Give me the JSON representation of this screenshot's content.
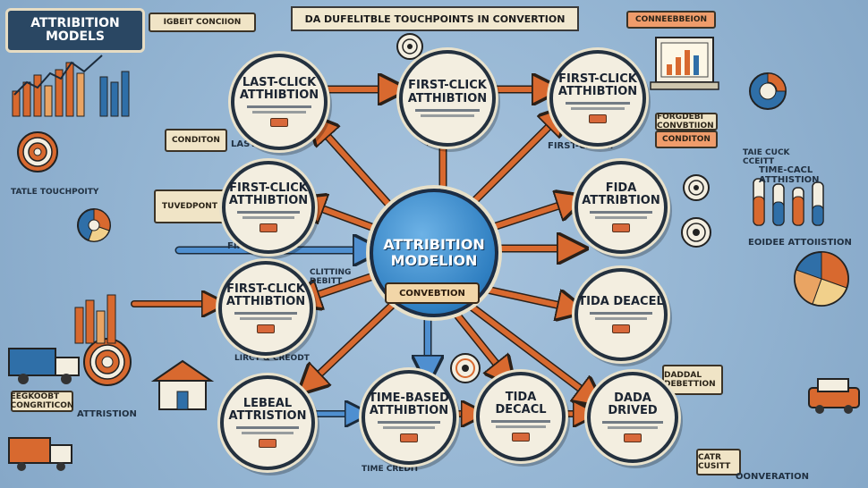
{
  "title": "ATTRIBITION MODELS",
  "banner": "DA DUFELITBLE TOUCHPOINTS IN CONVERTION",
  "center": {
    "line1": "ATTRIBITION",
    "line2": "MODELION",
    "conversion": "CONVEBTION"
  },
  "nodes": {
    "last_click": "LAST-CLICK ATTHIBTION",
    "first_click_top": "FIRST-CLICK ATTHIBTION",
    "first_click_tr": "FIRST-CLICK ATTHIBTION",
    "first_click_left": "FIRST-CLICK ATTHIBTION",
    "right_upper": "FIDA ATTRIBTION",
    "first_click_lower": "FIRST-CLICK ATTHIBTION",
    "tida_right": "TIDA DEACEL",
    "lebeal": "LEBEAL ATTRISTION",
    "time_based": "TIME-BASED ATTHIBTION",
    "tida_bottom": "TIDA DECACL",
    "data_driven": "DADA DRIVED"
  },
  "labels": {
    "tag_top_left": "IGBEIT CONCIION",
    "tag_top_right": "CONNEEBBEION",
    "tag_formed": "FORGDEBI CONVBTIION",
    "tag_conditon": "CONDITON",
    "last_click_small": "LAST CLICK",
    "first_celder": "FIRST-CELCEP",
    "tatle_touch": "TATLE TOUCHPOITY",
    "tuvedpont": "TUVEDPONT",
    "first_click_mini": "FIRST",
    "tie_cuck": "TAIE CUCK CCEITT",
    "time_cacl": "TIME-CACL ATTHISTION",
    "eoidee": "EOIDEE ATTOIISTION",
    "lirct": "LIRCT & CREODT",
    "daddal": "DADDAL DEBETTION",
    "time_cred": "TIME CREDIT",
    "oonveration": "OONVERATION",
    "attristion_small": "ATTRISTION",
    "eeckoot": "EEGKOOBT CONGRITICON",
    "catr": "CATR CUSITT",
    "clitting": "CLITTING DEBITT"
  },
  "colors": {
    "arrow_orange": "#d8692f",
    "arrow_blue": "#4f8fd0",
    "node_fill": "#f3eee0",
    "center_blue": "#2f7fc1"
  }
}
